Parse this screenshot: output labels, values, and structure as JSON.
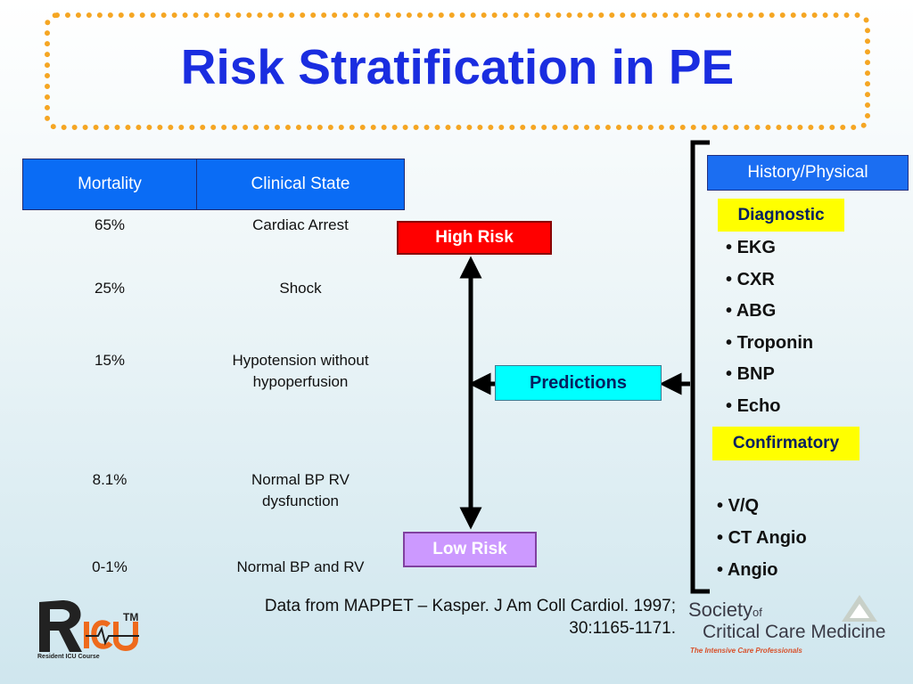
{
  "title": "Risk Stratification in PE",
  "table": {
    "headers": [
      "Mortality",
      "Clinical State"
    ],
    "rows": [
      {
        "mortality": "65%",
        "state": "Cardiac Arrest"
      },
      {
        "mortality": "25%",
        "state": "Shock"
      },
      {
        "mortality": "15%",
        "state": "Hypotension without hypoperfusion"
      },
      {
        "mortality": "8.1%",
        "state": "Normal BP RV dysfunction"
      },
      {
        "mortality": "0-1%",
        "state": "Normal BP and RV"
      }
    ]
  },
  "risk": {
    "high": "High Risk",
    "low": "Low Risk",
    "predictions": "Predictions"
  },
  "workup": {
    "history": "History/Physical",
    "diagnostic": "Diagnostic",
    "diagnostic_items": [
      "EKG",
      "CXR",
      "ABG",
      "Troponin",
      "BNP",
      "Echo"
    ],
    "confirmatory": "Confirmatory",
    "confirmatory_items": [
      "V/Q",
      "CT Angio",
      "Angio"
    ]
  },
  "citation": {
    "line1": "Data from MAPPET – Kasper. J Am Coll Cardiol. 1997;",
    "line2": "30:1165-1171."
  },
  "logos": {
    "ricu": {
      "tm": "TM",
      "sub": "Resident ICU Course"
    },
    "sccm": {
      "society": "Society",
      "of": "of",
      "name": "Critical Care Medicine",
      "tagline": "The Intensive Care Professionals"
    }
  },
  "colors": {
    "title": "#1a2de0",
    "frame": "#f5a623",
    "high": "#ff0000",
    "low": "#cc99ff",
    "predictions": "#00ffff",
    "highlight": "#ffff00",
    "header": "#0a6cf5"
  }
}
